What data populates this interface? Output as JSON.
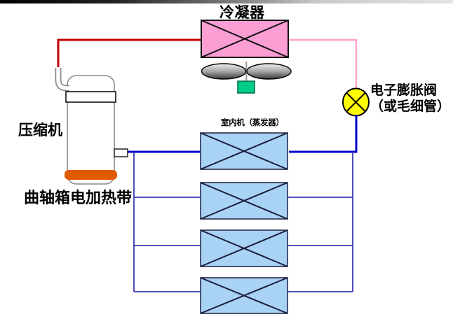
{
  "diagram": {
    "labels": {
      "condenser": "冷凝器",
      "compressor": "压缩机",
      "crankcase_heater": "曲轴箱电加热带",
      "indoor_units": "室内机（蒸发器）",
      "expansion_valve_line1": "电子膨胀阀",
      "expansion_valve_line2": "（或毛细管）"
    },
    "evaporator_count": 4,
    "colors": {
      "condenser_fill": "#fb9ed3",
      "evaporator_fill": "#a8d3f5",
      "valve_fill": "#ffff00",
      "heater_fill": "#e05a00",
      "fan_motor_fill": "#00cc88",
      "discharge_line": "#c00000",
      "liquid_line_pink": "#ff9ecb",
      "main_blue_line": "#0000cc",
      "branch_blue_line": "#3a3ab0"
    }
  }
}
